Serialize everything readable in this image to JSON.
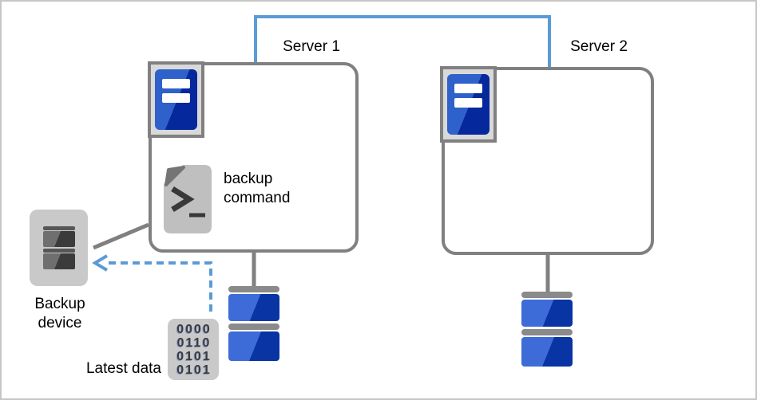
{
  "labels": {
    "server1": "Server 1",
    "server2": "Server 2",
    "backup_command_line1": "backup",
    "backup_command_line2": "command",
    "backup_device_line1": "Backup",
    "backup_device_line2": "device",
    "latest_data": "Latest data"
  },
  "latest_data_icon": {
    "rows": [
      "0000",
      "0110",
      "0101",
      "0101"
    ]
  },
  "colors": {
    "accent_blue": "#5B9BD5",
    "connector_gray": "#808080",
    "box_border_gray": "#808080",
    "icon_frame_gray": "#D9D9D9",
    "server_blue_light": "#2E61C9",
    "server_blue_dark": "#05289C",
    "disk_blue_light": "#3D6CD8",
    "disk_blue_dark": "#0834A4",
    "panel_gray": "#C9C9C9",
    "disk_cap_gray": "#8A8A8A",
    "device_dark_gray": "#3B3B3B",
    "device_mid_gray": "#6F6F6F",
    "device_bar_gray": "#565656",
    "document_gray": "#BFBFBF",
    "document_fold_gray": "#757575",
    "prompt_dark": "#383838",
    "binary_dark_gray": "#3C3C3C",
    "text_black": "#000000",
    "canvas_border": "#C6C6C6"
  }
}
